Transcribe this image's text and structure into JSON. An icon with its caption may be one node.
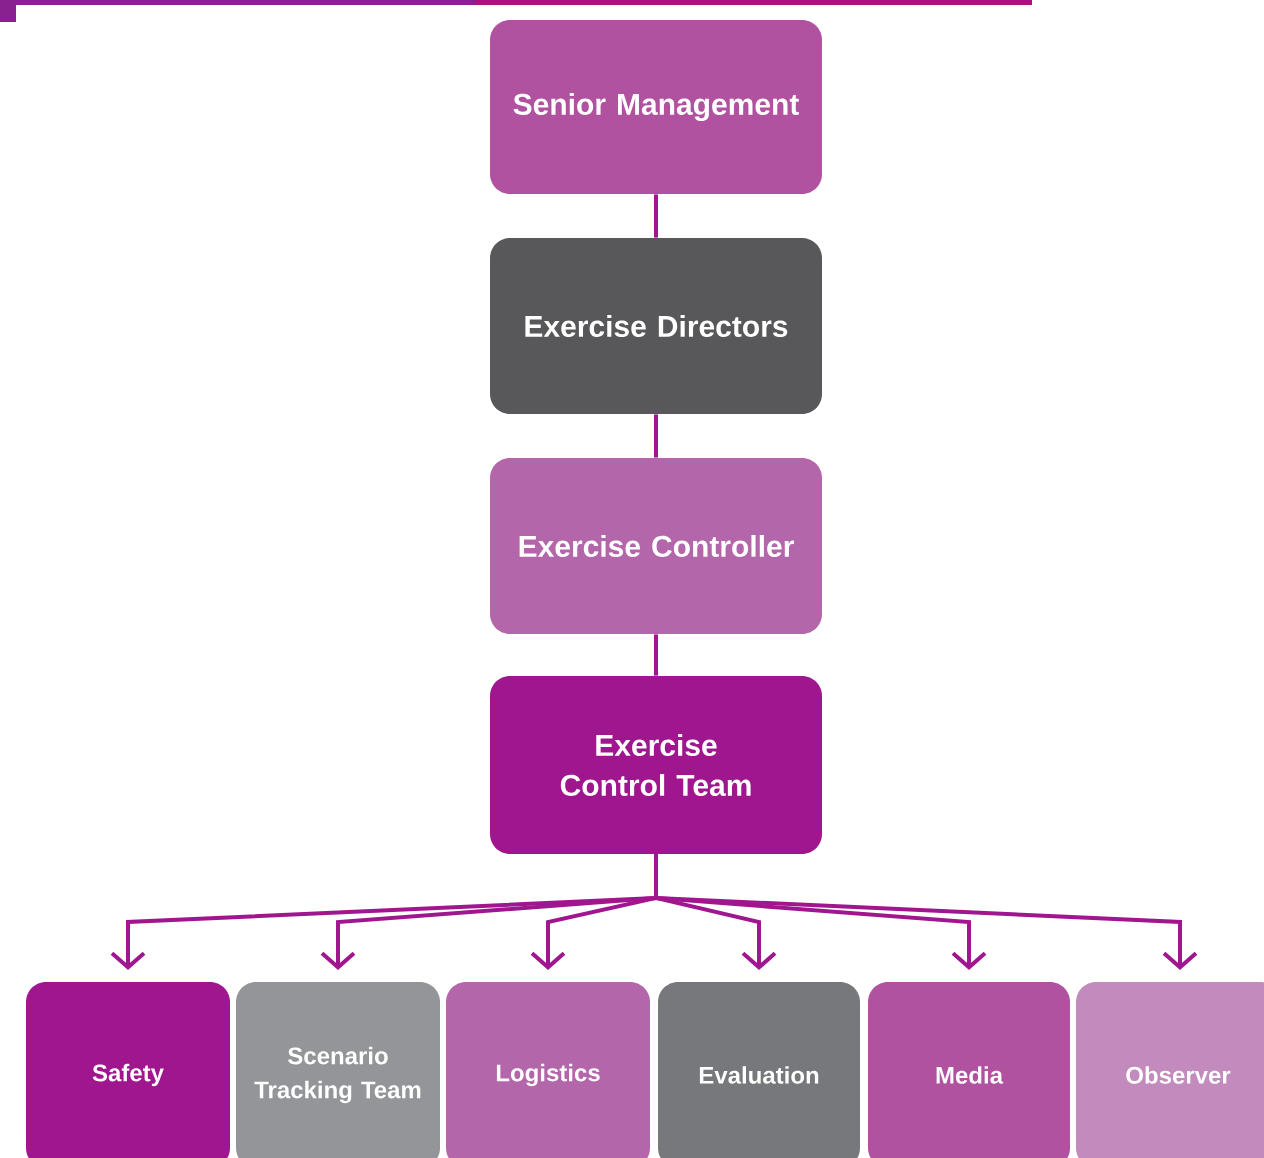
{
  "diagram": {
    "nodes": [
      {
        "text": [
          "Senior Management"
        ]
      },
      {
        "text": [
          "Exercise Directors"
        ]
      },
      {
        "text": [
          "Exercise Controller"
        ]
      },
      {
        "text": [
          "Exercise Control Team"
        ]
      },
      {
        "text": [
          "Safety"
        ]
      },
      {
        "text": [
          "Scenario Tracking Team"
        ]
      },
      {
        "text": [
          "Logistics"
        ]
      },
      {
        "text": [
          "Evaluation"
        ]
      },
      {
        "text": [
          "Media"
        ]
      },
      {
        "text": [
          "Observer"
        ]
      }
    ],
    "edges": [
      {
        "from": 0,
        "to": 1,
        "arrow": "none"
      },
      {
        "from": 1,
        "to": 2,
        "arrow": "none"
      },
      {
        "from": 2,
        "to": 3,
        "arrow": "none"
      },
      {
        "from": 3,
        "to": 4,
        "arrow": "to"
      },
      {
        "from": 3,
        "to": 5,
        "arrow": "to"
      },
      {
        "from": 3,
        "to": 6,
        "arrow": "to"
      },
      {
        "from": 3,
        "to": 7,
        "arrow": "to"
      },
      {
        "from": 3,
        "to": 8,
        "arrow": "to"
      },
      {
        "from": 3,
        "to": 9,
        "arrow": "to"
      }
    ]
  }
}
